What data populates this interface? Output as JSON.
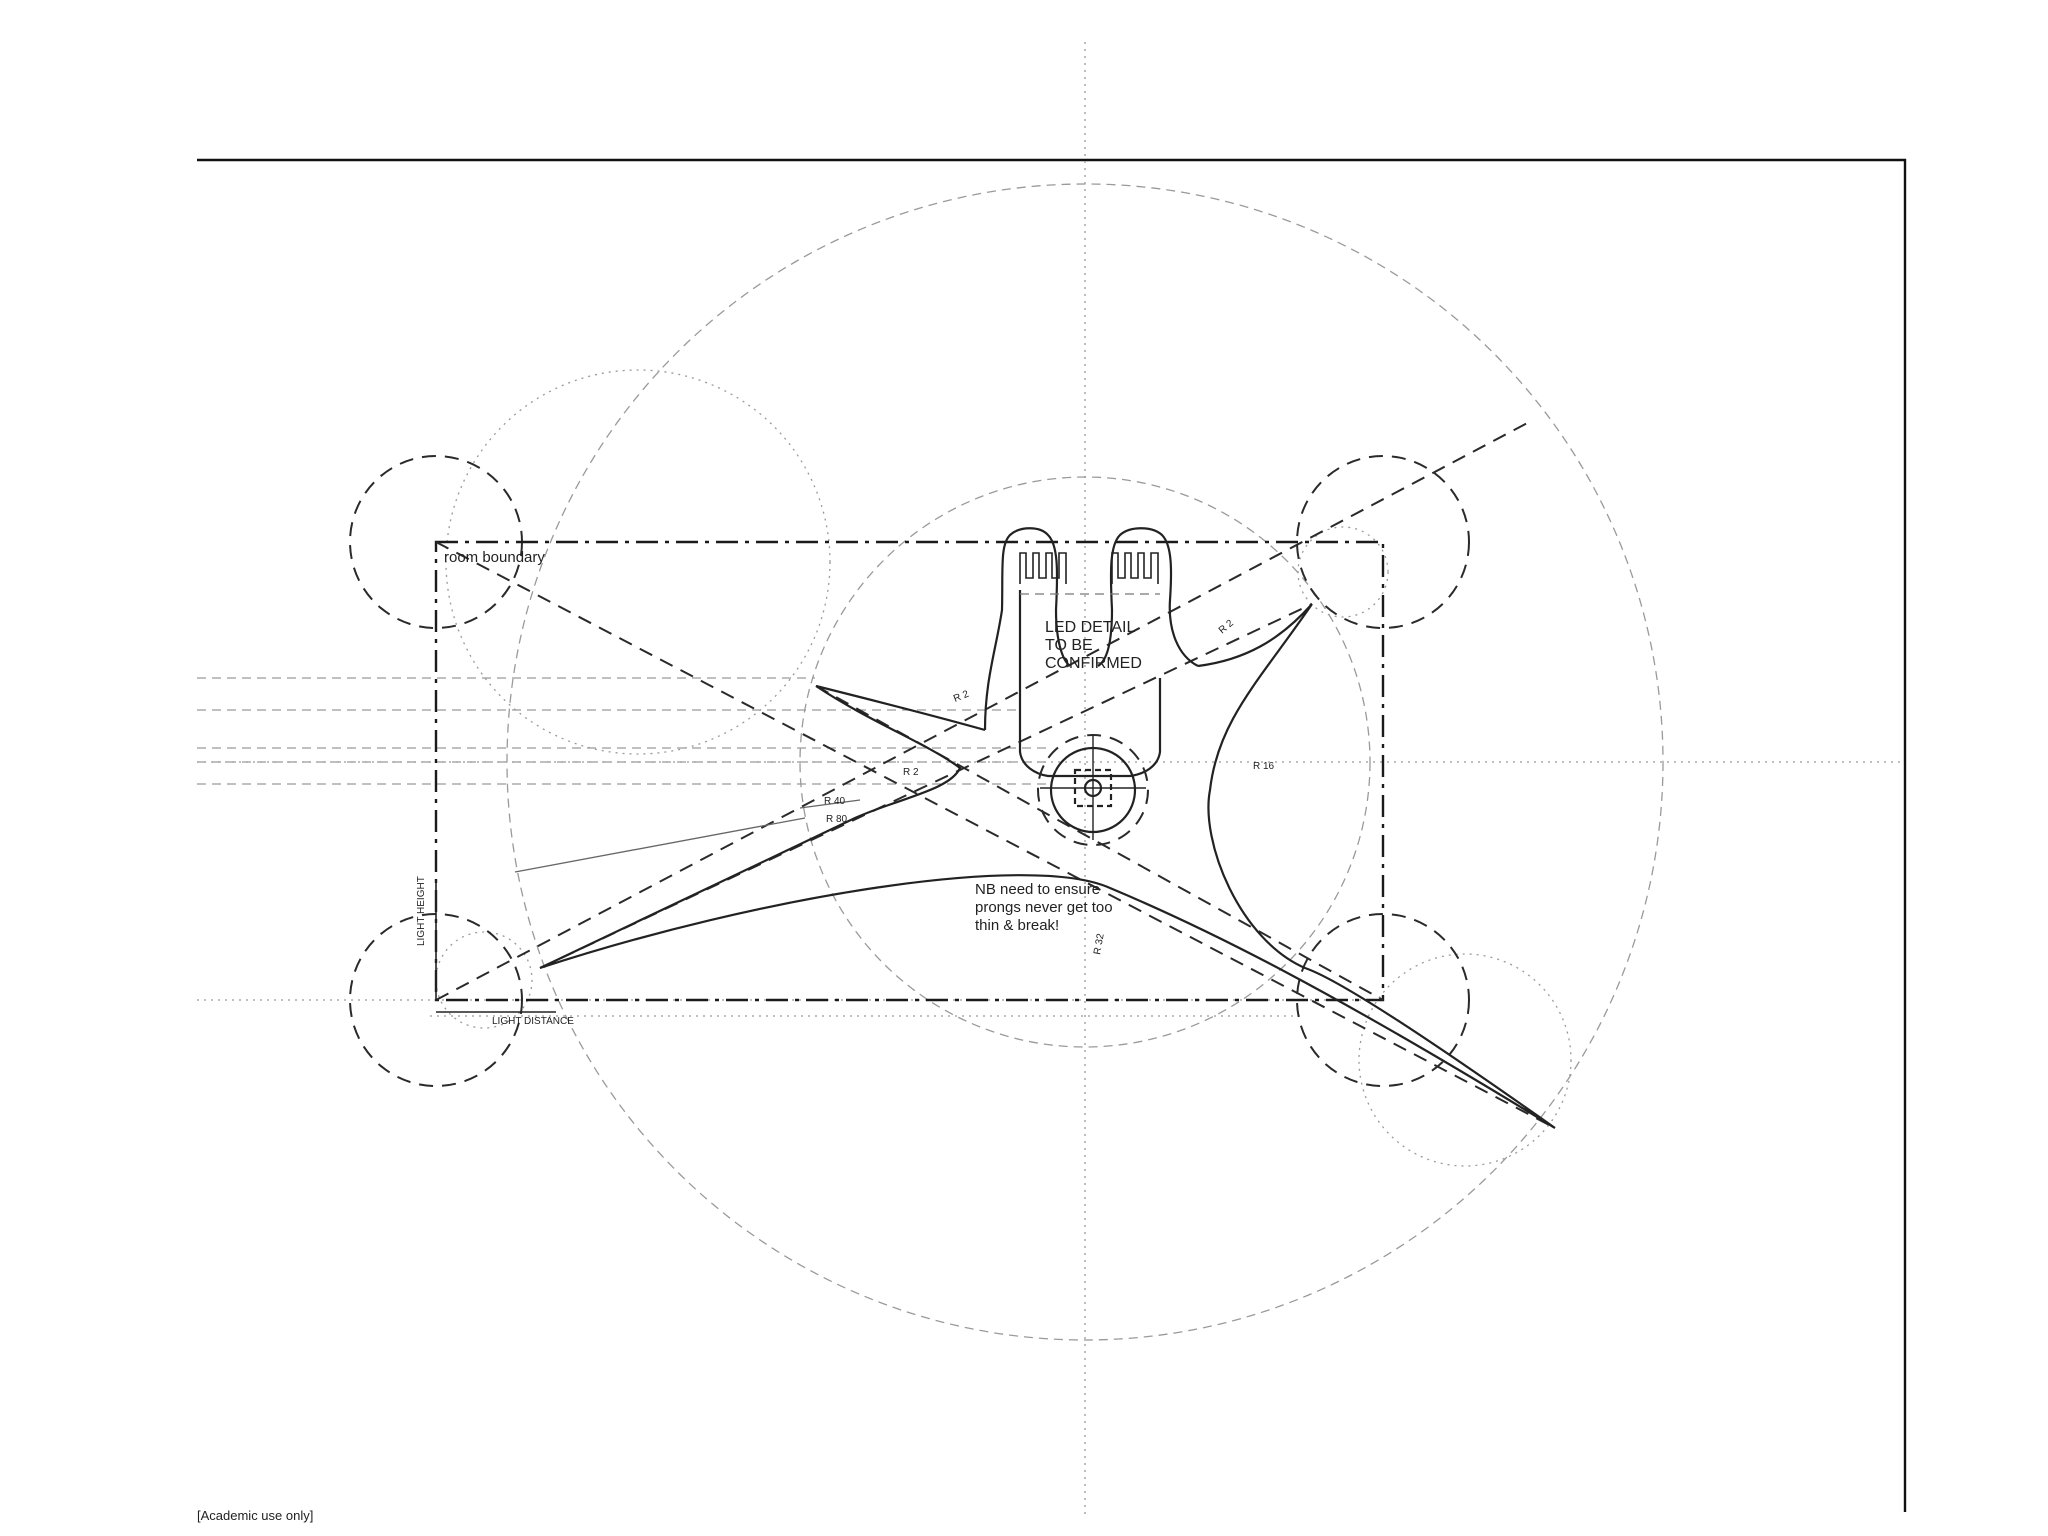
{
  "labels": {
    "room_boundary": "room boundary",
    "led_detail_1": "LED DETAIL",
    "led_detail_2": "TO BE",
    "led_detail_3": "CONFIRMED",
    "nb_1": "NB need to ensure",
    "nb_2": "prongs never get too",
    "nb_3": "thin & break!",
    "light_height": "LIGHT HEIGHT",
    "light_distance": "LIGHT DISTANCE",
    "r2_a": "R 2",
    "r2_b": "R 2",
    "r2_c": "R 2",
    "r16": "R 16",
    "r40": "R 40",
    "r80": "R 80",
    "r32": "R 32"
  },
  "footer": "[Academic use only]"
}
